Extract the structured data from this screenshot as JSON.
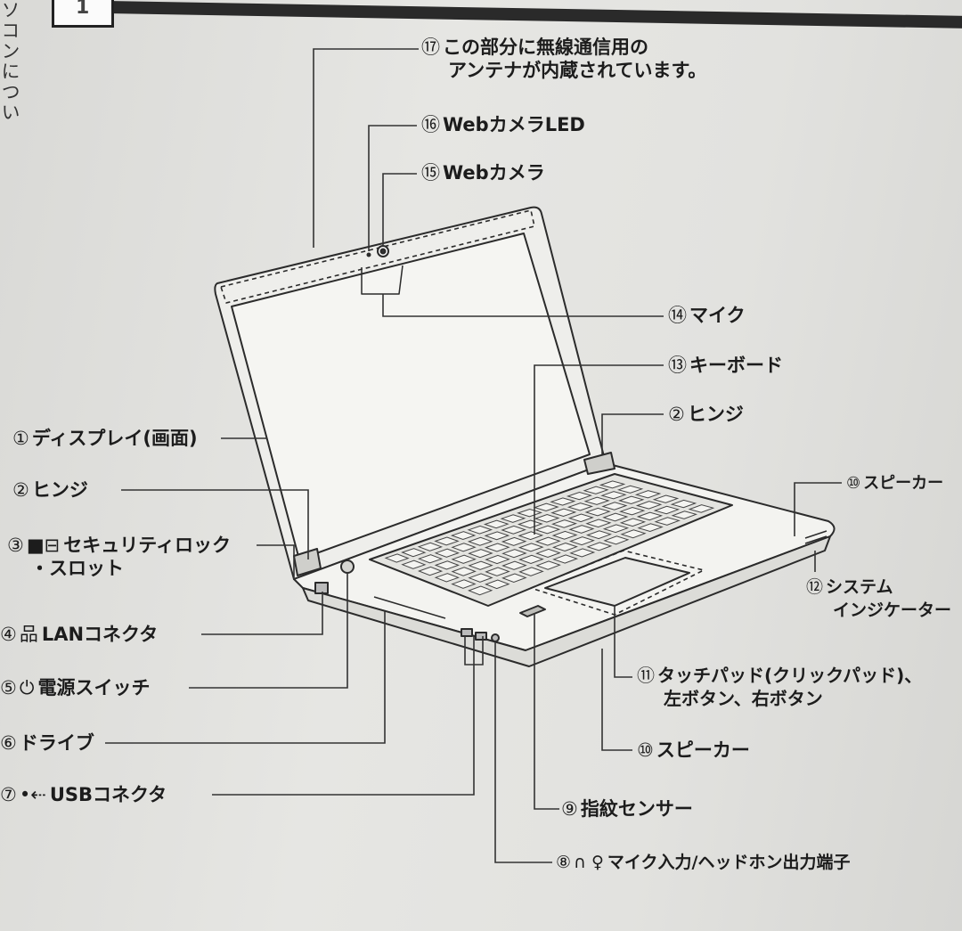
{
  "chapter": {
    "number": "1"
  },
  "side_text": "ソコンについ",
  "labels": {
    "antenna": {
      "num": "⑰",
      "line1": "この部分に無線通信用の",
      "line2": "アンテナが内蔵されています。"
    },
    "webcam_led": {
      "num": "⑯",
      "text": "WebカメラLED"
    },
    "webcam": {
      "num": "⑮",
      "text": "Webカメラ"
    },
    "mic": {
      "num": "⑭",
      "text": "マイク"
    },
    "keyboard": {
      "num": "⑬",
      "text": "キーボード"
    },
    "hinge_right": {
      "num": "②",
      "text": "ヒンジ"
    },
    "speaker_right": {
      "num": "⑩",
      "text": "スピーカー"
    },
    "system_indicator": {
      "num": "⑫",
      "line1": "システム",
      "line2": "インジケーター"
    },
    "touchpad": {
      "num": "⑪",
      "line1": "タッチパッド(クリックパッド)、",
      "line2": "左ボタン、右ボタン"
    },
    "speaker_front": {
      "num": "⑩",
      "text": "スピーカー"
    },
    "fingerprint": {
      "num": "⑨",
      "text": "指紋センサー"
    },
    "audio_jack": {
      "num": "⑧",
      "icon": "∩ ♀",
      "text": "マイク入力/ヘッドホン出力端子"
    },
    "display": {
      "num": "①",
      "text": "ディスプレイ(画面)"
    },
    "hinge_left": {
      "num": "②",
      "text": "ヒンジ"
    },
    "security_slot": {
      "num": "③",
      "icon": "■⊟",
      "line1": "セキュリティロック",
      "line2": "・スロット"
    },
    "lan": {
      "num": "④",
      "icon": "品",
      "text": "LANコネクタ"
    },
    "power": {
      "num": "⑤",
      "icon": "⏻",
      "text": "電源スイッチ"
    },
    "drive": {
      "num": "⑥",
      "text": "ドライブ"
    },
    "usb": {
      "num": "⑦",
      "icon": "•⇠",
      "text": "USBコネクタ"
    }
  },
  "icons": {
    "security": "lock-icon",
    "lan": "network-icon",
    "power": "power-icon",
    "usb": "usb-icon",
    "headphone": "headphone-icon",
    "microphone": "microphone-icon"
  },
  "colors": {
    "paper": "#e2e2df",
    "ink": "#1c1c1c",
    "line": "#333333"
  }
}
